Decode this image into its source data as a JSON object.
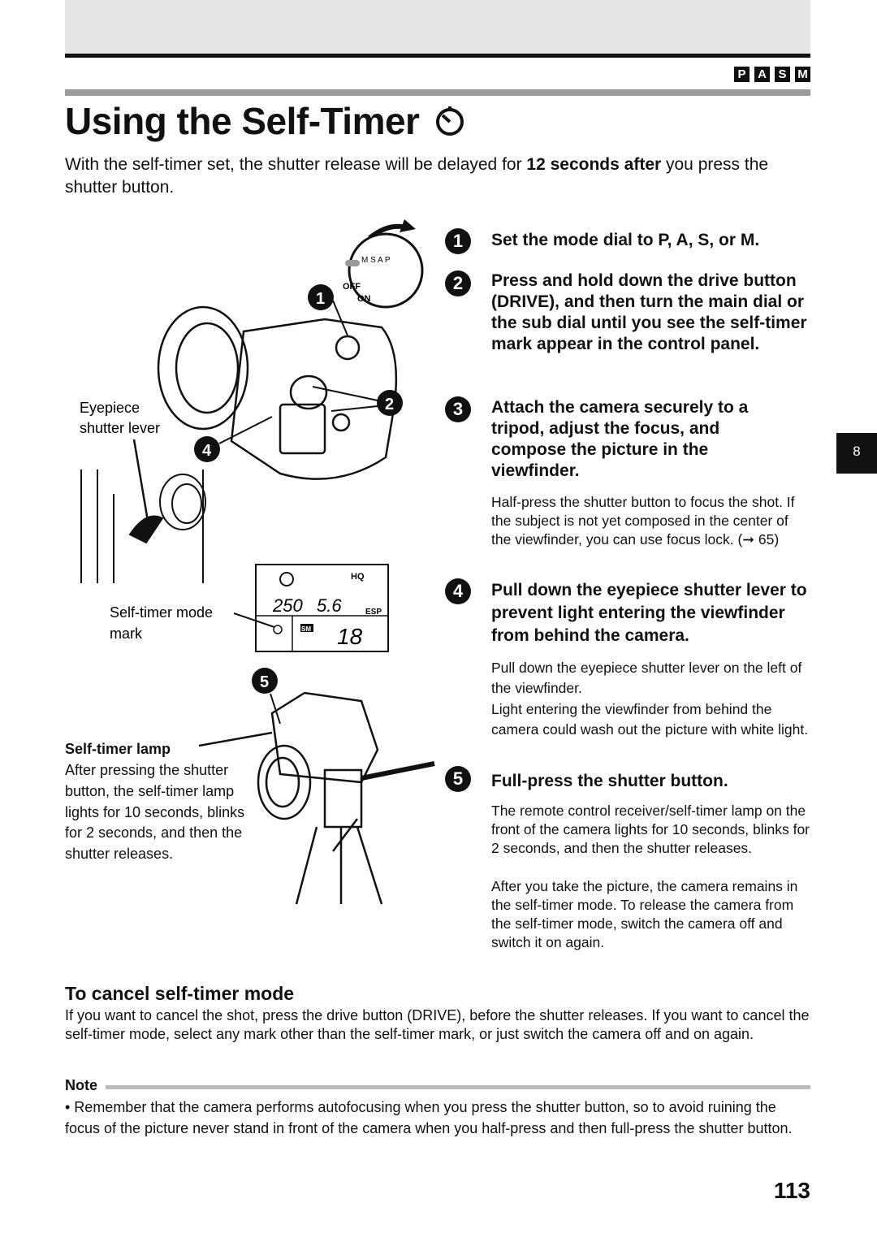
{
  "mode_badges": [
    "P",
    "A",
    "S",
    "M"
  ],
  "title": "Using the Self-Timer",
  "title_icon": "self-timer-icon",
  "intro_before": "With the self-timer set, the shutter release will be delayed for ",
  "intro_bold": "12 seconds after",
  "intro_after": " you press the shutter button.",
  "steps": [
    {
      "num": "1",
      "text": "Set the mode dial to P, A, S, or M."
    },
    {
      "num": "2",
      "text": "Press and hold down the drive button (DRIVE), and then turn the main dial or the sub dial until you see the self-timer mark appear in the control panel."
    },
    {
      "num": "3",
      "text": "Attach the camera securely to a tripod, adjust the focus, and compose the picture in the viewfinder.",
      "body": "Half-press the shutter button to focus the shot. If the subject is not yet composed in the center of the viewfinder, you can use focus lock. (➞ 65)"
    },
    {
      "num": "4",
      "text": "Pull down the eyepiece shutter lever to prevent light entering the viewfinder from behind the camera.",
      "body1": "Pull down the eyepiece shutter lever on the left of the viewfinder.",
      "body2": "Light entering the viewfinder from behind the camera could wash out the picture with white light."
    },
    {
      "num": "5",
      "text": "Full-press the shutter button.",
      "body1": "The remote control receiver/self-timer lamp on the front of the camera lights for 10 seconds, blinks for 2 seconds, and then the shutter releases.",
      "body2": "After you take the picture, the camera remains in the self-timer mode. To release the camera from the self-timer mode, switch the camera off and switch it on again."
    }
  ],
  "figure": {
    "dial_off": "OFF",
    "dial_on": "ON",
    "dial_modes": "M S A P",
    "eyepiece_label": "Eyepiece shutter lever",
    "selftimer_mark_label": "Self-timer mode mark",
    "lcd_hq": "HQ",
    "lcd_shutter": "250",
    "lcd_aperture": "5.6",
    "lcd_esp": "ESP",
    "lcd_sm": "SM",
    "lcd_count": "18",
    "lamp_title": "Self-timer lamp",
    "lamp_text": "After pressing the shutter button, the self-timer lamp lights for 10 seconds, blinks for 2 seconds, and then the shutter releases.",
    "callouts": [
      "1",
      "2",
      "4",
      "5"
    ]
  },
  "side_tab": "8",
  "cancel_heading": "To cancel self-timer mode",
  "cancel_text": "If you want to cancel the shot, press the drive button (DRIVE), before the shutter releases. If you want to cancel the self-timer mode, select any mark other than the self-timer mark, or just switch the camera off and on again.",
  "note_heading": "Note",
  "note_text": "• Remember that the camera performs autofocusing when you press the shutter button, so to avoid ruining the focus of the picture never stand in front of the camera when you half-press and then full-press the shutter button.",
  "page_number": "113"
}
